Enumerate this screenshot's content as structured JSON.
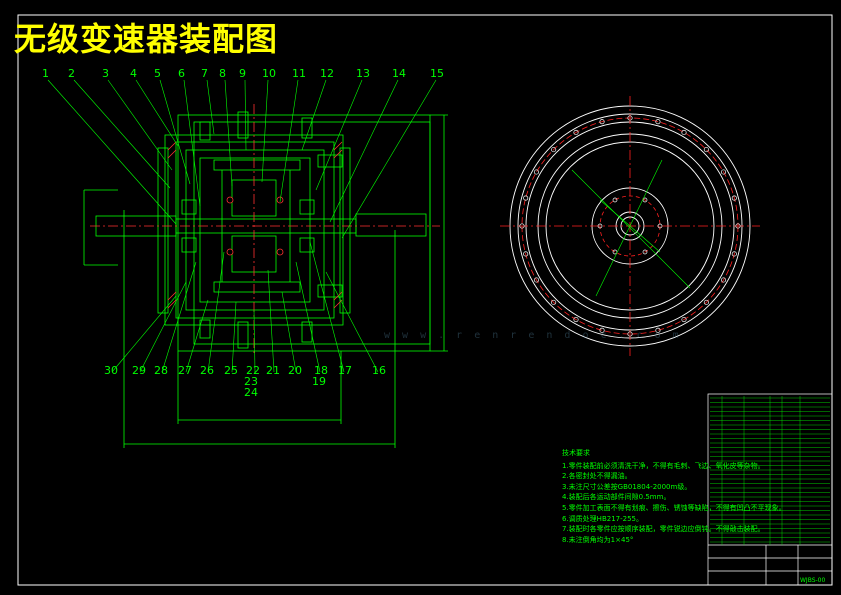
{
  "title": "无级变速器装配图",
  "colors": {
    "background": "#000000",
    "frame": "#ffffff",
    "title": "#ffff00",
    "geometry": "#00ff00",
    "centerline": "#ff2020",
    "leader": "#00ff00",
    "label": "#00ff00",
    "watermark": "#4a7fa0",
    "section_hatch": "#ff3030"
  },
  "part_labels_top": [
    "1",
    "2",
    "3",
    "4",
    "5",
    "6",
    "7",
    "8",
    "9",
    "10",
    "11",
    "12",
    "13",
    "14",
    "15"
  ],
  "part_labels_bottom": [
    "30",
    "29",
    "28",
    "27",
    "26",
    "25",
    "22",
    "21",
    "20",
    "18",
    "17",
    "16"
  ],
  "part_labels_stacked": [
    "23",
    "24",
    "19"
  ],
  "watermark": "w w w . r e n r e n d o c . c o m",
  "technical_notes": {
    "heading": "技术要求",
    "items": [
      "1.零件装配前必须清洗干净，不得有毛刺、飞边、氧化皮等杂物。",
      "2.各密封处不得漏油。",
      "3.未注尺寸公差按GB01804-2000m级。",
      "4.装配后各运动部件间隙0.5mm。",
      "5.零件加工表面不得有划痕、擦伤、锈蚀等缺陷，不得有凹凸不平现象。",
      "6.调质处理HB217-255。",
      "7.装配时各零件应按顺序装配，零件锐边应倒钝。不得敲击装配。",
      "8.未注倒角均为1×45°"
    ]
  },
  "title_block": {
    "drawing_number": "WJBS-00"
  }
}
